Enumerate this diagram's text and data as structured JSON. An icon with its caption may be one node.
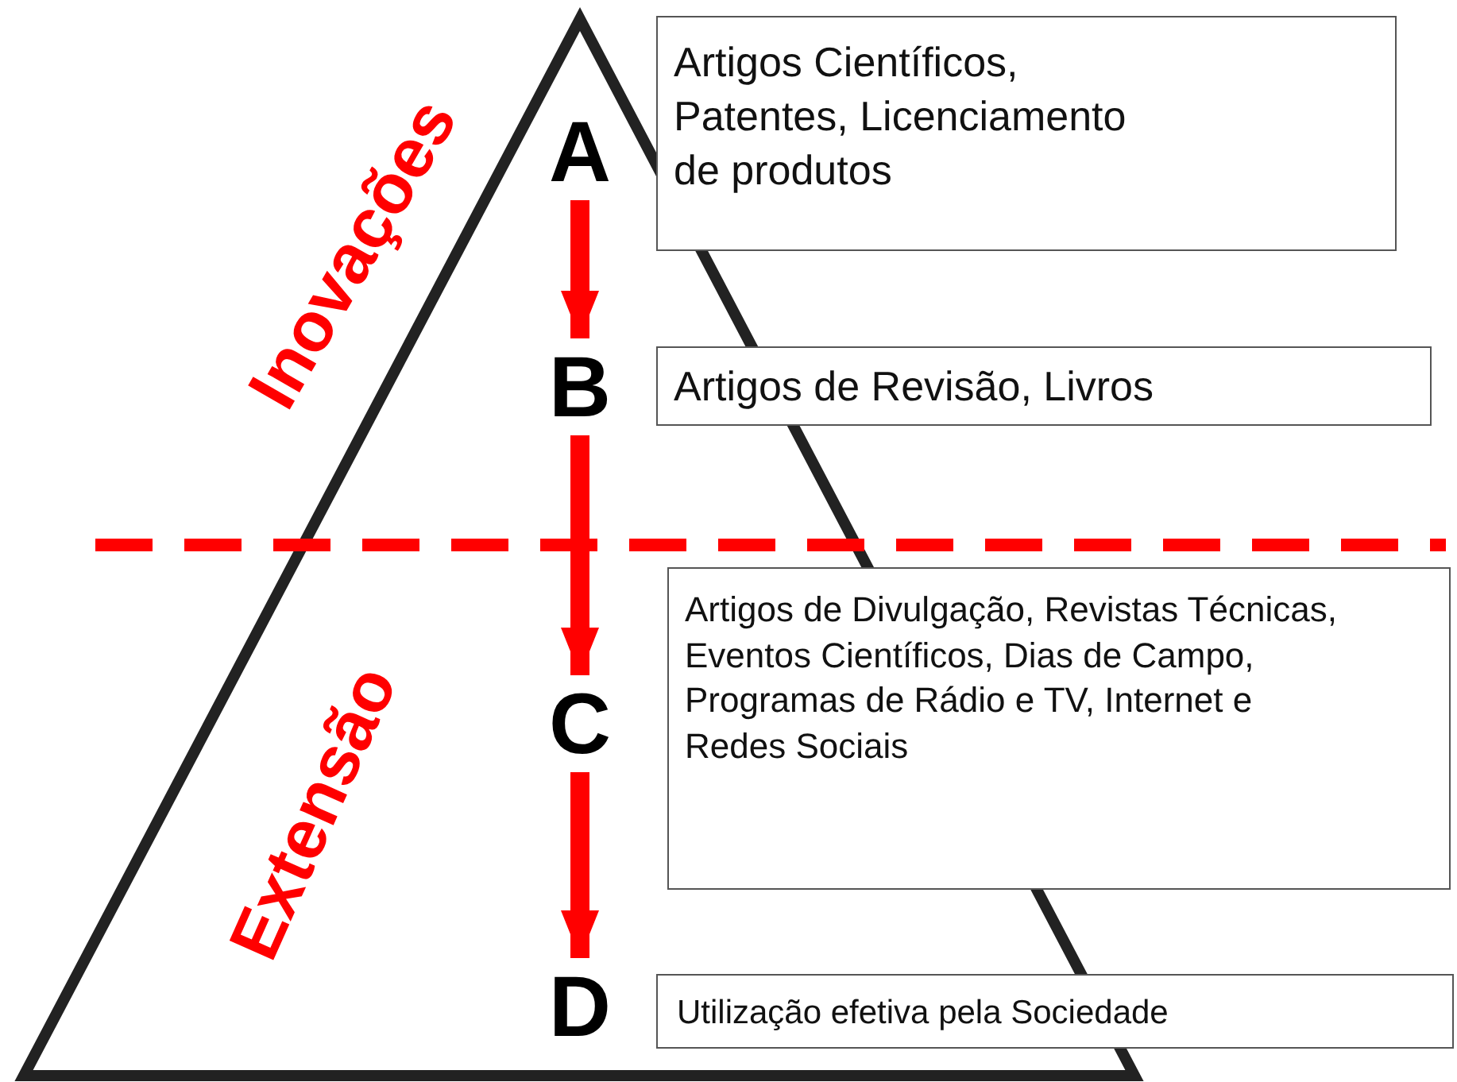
{
  "diagram": {
    "nodes": [
      {
        "text": [
          "A"
        ]
      },
      {
        "text": [
          "Artigos Científicos, Patentes, Licenciamento de produtos"
        ]
      },
      {
        "text": [
          "B"
        ]
      },
      {
        "text": [
          "Artigos de Revisão, Livros"
        ]
      },
      {
        "text": [
          "C"
        ]
      },
      {
        "text": [
          "Artigos de Divulgação, Revistas Técnicas, Eventos Científicos, Dias de Campo, Programas de Rádio e TV, Internet e Redes Sociais"
        ]
      },
      {
        "text": [
          "D"
        ]
      },
      {
        "text": [
          "Utilização efetiva pela Sociedade"
        ]
      }
    ],
    "edges": [
      {
        "from": 0,
        "to": 2,
        "arrow": "to"
      },
      {
        "from": 2,
        "to": 4,
        "arrow": "to"
      },
      {
        "from": 4,
        "to": 6,
        "arrow": "to"
      }
    ],
    "labels": [
      "Inovações",
      "Extensão"
    ]
  }
}
